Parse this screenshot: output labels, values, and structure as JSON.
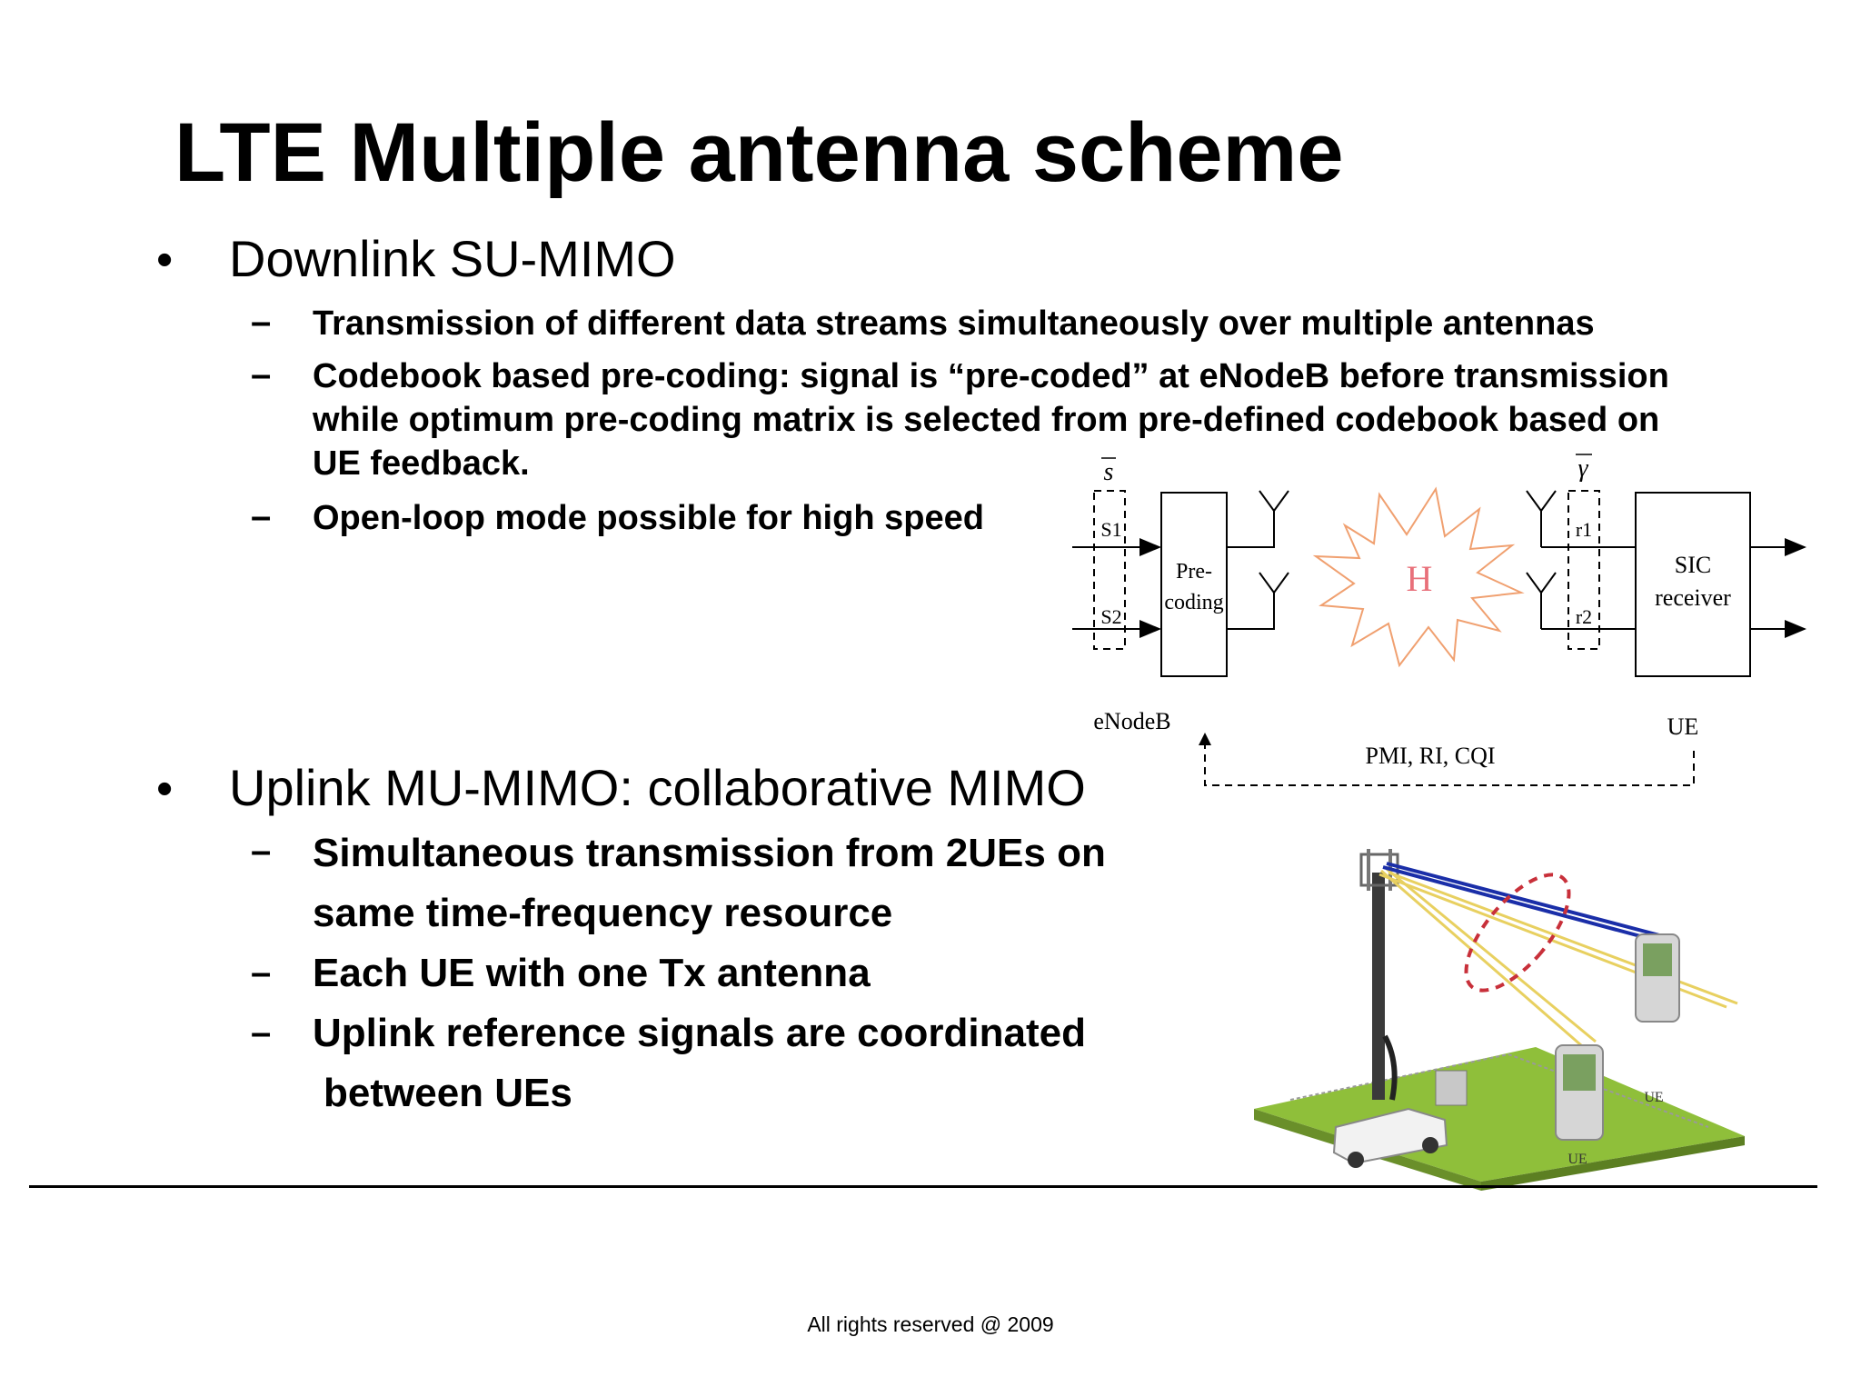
{
  "slide": {
    "title": "LTE Multiple antenna scheme",
    "bullet_char": "•",
    "dash_char": "–",
    "downlink": {
      "heading": "Downlink SU-MIMO",
      "items": [
        "Transmission of different data streams simultaneously over multiple antennas",
        "Codebook based pre-coding: signal is “pre-coded” at eNodeB before transmission",
        "while optimum pre-coding matrix is selected from pre-defined codebook based on",
        "UE feedback.",
        "Open-loop mode possible for high speed"
      ]
    },
    "uplink": {
      "heading": "Uplink MU-MIMO: collaborative MIMO",
      "items": [
        "Simultaneous transmission from 2UEs on",
        "same time-frequency resource",
        "Each UE with one Tx antenna",
        "Uplink reference signals are coordinated",
        "between UEs"
      ]
    },
    "footer": "All rights reserved @ 2009"
  },
  "diagram": {
    "s_vec": "s",
    "r_vec": "γ",
    "s1": "S1",
    "s2": "S2",
    "precoding_1": "Pre-",
    "precoding_2": "coding",
    "channel": "H",
    "r1": "r1",
    "r2": "r2",
    "sic_1": "SIC",
    "sic_2": "receiver",
    "enodeb": "eNodeB",
    "ue": "UE",
    "feedback": "PMI, RI, CQI",
    "channel_color": "#e8707a",
    "burst_color": "#f0a070"
  },
  "illustration": {
    "ue_label_1": "UE",
    "ue_label_2": "UE",
    "link_color": "#1a2ea8",
    "beam_color": "#e8d060",
    "ellipse_color": "#c8303a",
    "grass_color": "#8fbf3a"
  }
}
